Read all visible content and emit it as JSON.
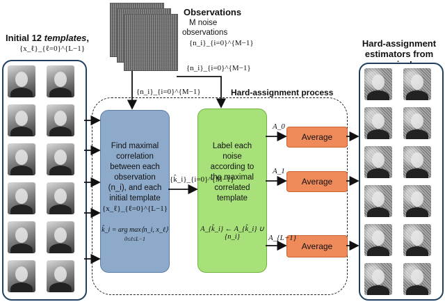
{
  "left_panel": {
    "title_plain": "Initial 12 ",
    "title_italic": "templates",
    "title_comma": ",",
    "set_label": "{x_ℓ}_{ℓ=0}^{L−1}"
  },
  "right_panel": {
    "title_line1": "Hard-assignment",
    "title_line2": "estimators from noise!"
  },
  "observations": {
    "title": "Observations",
    "line2": "M noise",
    "line3": "observations",
    "set_label": "{n_i}_{i=0}^{M−1}"
  },
  "process": {
    "title": "Hard-assignment process"
  },
  "arrows": {
    "obs_to_label": "{n_i}_{i=0}^{M−1}",
    "obs_to_find": "{n_i}_{i=0}^{M−1}",
    "find_to_label": "{k̂_i}_{i=0}^{M−1}",
    "a0": "A_0",
    "a1": "A_1",
    "aL": "A_{L−1}"
  },
  "find_box": {
    "line1": "Find maximal",
    "line2": "correlation",
    "line3": "between each",
    "line4": "observation",
    "line5": "(n_i), and each",
    "line6": "initial template",
    "line7": "{x_ℓ}_{ℓ=0}^{L−1}",
    "formula": "k̂_i = arg max⟨n_i, x_ℓ⟩",
    "formula_sub": "0≤ℓ≤L−1"
  },
  "label_box": {
    "line1": "Label each",
    "line2": "noise",
    "line3": "according to",
    "line4": "the maximal",
    "line5": "correlated",
    "line6": "template",
    "formula": "A_{k̂_i} ← A_{k̂_i} ∪ {n_i}"
  },
  "average": {
    "label_0": "Average",
    "label_1": "Average",
    "label_2": "Average"
  }
}
